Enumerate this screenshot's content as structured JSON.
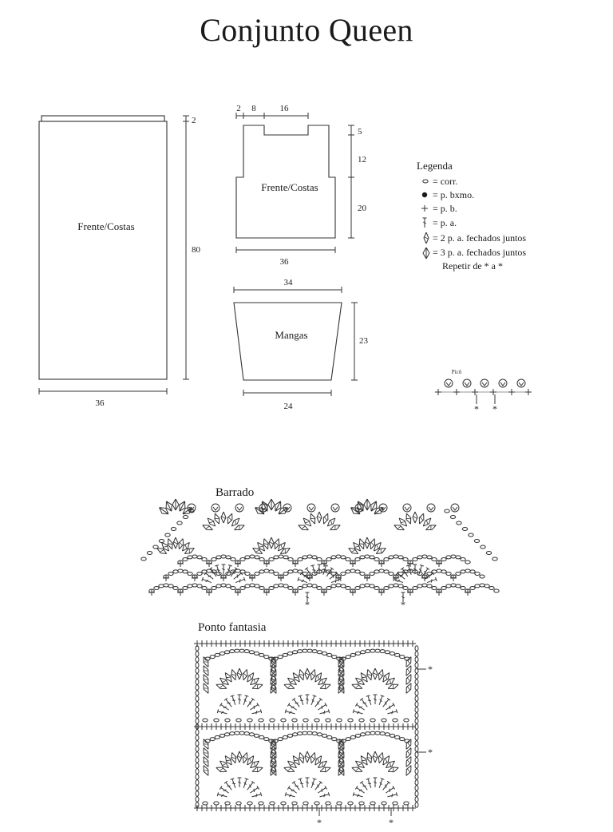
{
  "title": "Conjunto Queen",
  "pattern_piece_1": {
    "label": "Frente/Costas",
    "dim_top": "2",
    "dim_height": "80",
    "dim_width": "36"
  },
  "pattern_piece_2": {
    "label": "Frente/Costas",
    "dim_top_1": "2",
    "dim_top_2": "8",
    "dim_top_3": "16",
    "dim_right_1": "5",
    "dim_right_2": "12",
    "dim_right_3": "20",
    "dim_width": "36"
  },
  "pattern_piece_3": {
    "label": "Mangas",
    "dim_top": "34",
    "dim_height": "23",
    "dim_bottom": "24"
  },
  "legend": {
    "title": "Legenda",
    "items": [
      {
        "icon": "chain-oval-icon",
        "text": "= corr."
      },
      {
        "icon": "slip-stitch-dot-icon",
        "text": "= p. bxmo."
      },
      {
        "icon": "single-crochet-cross-icon",
        "text": "= p. b."
      },
      {
        "icon": "double-crochet-icon",
        "text": "= p. a."
      },
      {
        "icon": "dc2tog-icon",
        "text": "= 2 p. a. fechados juntos"
      },
      {
        "icon": "dc3tog-icon",
        "text": "= 3 p. a. fechados juntos"
      }
    ],
    "repeat_text": "Repetir de * a *"
  },
  "pico": {
    "label": "Picô",
    "repeat_marks": [
      "*",
      "*"
    ]
  },
  "barrado": {
    "label": "Barrado",
    "repeat_marks": [
      "*",
      "*"
    ]
  },
  "ponto_fantasia": {
    "label": "Ponto fantasia",
    "repeat_marks": [
      "*",
      "*",
      "*",
      "*"
    ]
  }
}
